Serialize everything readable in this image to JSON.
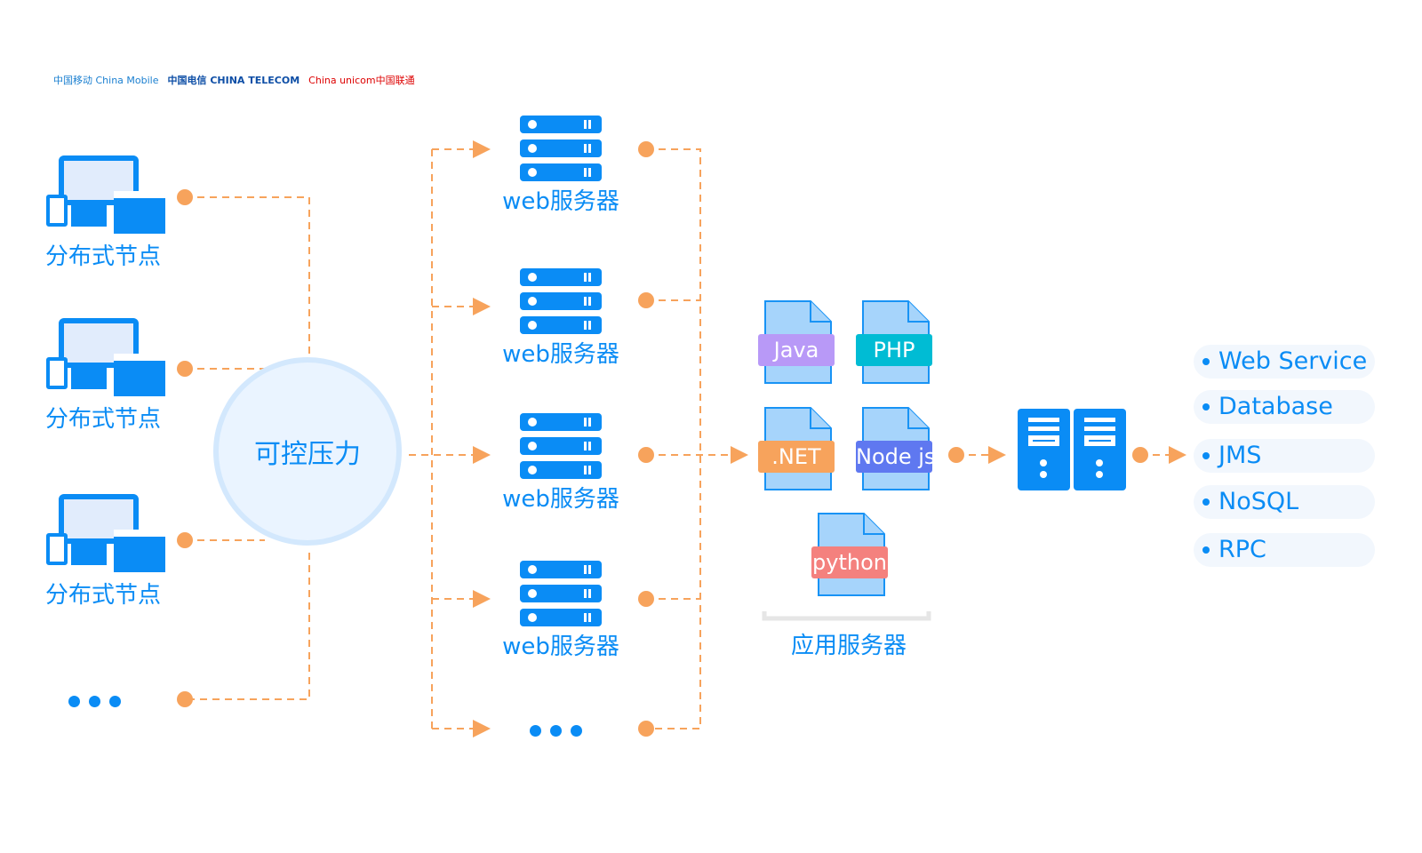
{
  "logos": {
    "china_mobile": "中国移动 China Mobile",
    "china_telecom": "中国电信 CHINA TELECOM",
    "china_unicom": "China unicom中国联通"
  },
  "nodes": [
    {
      "label": "分布式节点"
    },
    {
      "label": "分布式节点"
    },
    {
      "label": "分布式节点"
    }
  ],
  "center": {
    "label": "可控压力"
  },
  "web_servers": [
    {
      "label": "web服务器"
    },
    {
      "label": "web服务器"
    },
    {
      "label": "web服务器"
    },
    {
      "label": "web服务器"
    }
  ],
  "app_server": {
    "label": "应用服务器",
    "languages": [
      {
        "name": "Java",
        "color": "#b899f7"
      },
      {
        "name": "PHP",
        "color": "#00bcd4"
      },
      {
        "name": ".NET",
        "color": "#f7a35c"
      },
      {
        "name": "Node js",
        "color": "#5f78f0"
      },
      {
        "name": "python",
        "color": "#f4817e"
      }
    ]
  },
  "services": [
    "Web Service",
    "Database",
    "JMS",
    "NoSQL",
    "RPC"
  ],
  "colors": {
    "primary": "#0a8cf5",
    "connector": "#f7a35c",
    "circle_fill": "#eaf4ff"
  }
}
